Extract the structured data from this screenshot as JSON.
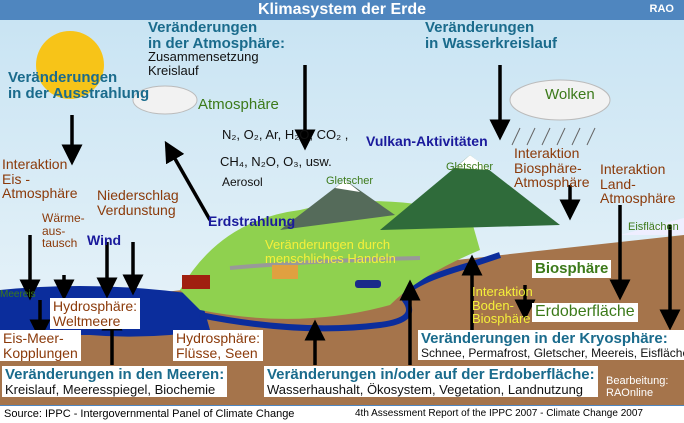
{
  "header": {
    "title": "Klimasystem der Erde",
    "logo": "RAO"
  },
  "labels": {
    "ausstrahlung": [
      "Veränderungen",
      "in der Ausstrahlung"
    ],
    "atmosphaere_change": [
      "Veränderungen",
      "in der Atmosphäre:"
    ],
    "atmosphaere_change_detail": [
      "Zusammensetzung",
      "Kreislauf"
    ],
    "wasserkreislauf": [
      "Veränderungen",
      "in Wasserkreislauf"
    ],
    "atmosphaere": "Atmosphäre",
    "gases_line1": "N₂, O₂, Ar, H₂O, CO₂ ,",
    "gases_line2": "CH₄, N₂O, O₃, usw.",
    "aerosol": "Aerosol",
    "wolken": "Wolken",
    "vulkan": "Vulkan-Aktivitäten",
    "gletscher1": "Gletscher",
    "gletscher2": "Gletscher",
    "interaktion_bio_atm": [
      "Interaktion",
      "Biosphäre-",
      "Atmosphäre"
    ],
    "interaktion_land_atm": [
      "Interaktion",
      "Land-",
      "Atmosphäre"
    ],
    "interaktion_eis_atm": [
      "Interaktion",
      "Eis -",
      "Atmosphäre"
    ],
    "niederschlag": [
      "Niederschlag",
      "Verdunstung"
    ],
    "waerme": [
      "Wärme-",
      "aus-",
      "tausch"
    ],
    "wind": "Wind",
    "erdstrahlung": "Erdstrahlung",
    "menschlich": [
      "Veränderungen durch",
      "menschliches Handeln"
    ],
    "eisflaechen": "Eisflächen",
    "meereis": "Meereis",
    "hydro_weltmeere": [
      "Hydrosphäre:",
      "Weltmeere"
    ],
    "biosphaere": "Biosphäre",
    "interaktion_boden": [
      "Interaktion",
      "Boden-",
      "Biosphäre"
    ],
    "erdoberflaeche": "Erdoberfläche",
    "eis_meer": [
      "Eis-Meer-",
      "Kopplungen"
    ],
    "hydro_fluesse": [
      "Hydrosphäre:",
      "Flüsse, Seen"
    ],
    "kryo_title": "Veränderungen in der Kryosphäre:",
    "kryo_detail": "Schnee, Permafrost, Gletscher, Meereis, Eisflächen",
    "meere_title": "Veränderungen in den Meeren:",
    "meere_detail": "Kreislauf, Meeresspiegel, Biochemie",
    "erdober_title": "Veränderungen in/oder auf der Erdoberfläche:",
    "erdober_detail": "Wasserhaushalt, Ökosystem, Vegetation, Landnutzung",
    "bearbeitung": [
      "Bearbeitung:",
      "RAOnline"
    ]
  },
  "footer": {
    "source": "Source: IPPC -  Intergovernmental Panel of Climate Change",
    "report": "4th Assessment Report of the IPPC 2007 - Climate Change 2007"
  },
  "colors": {
    "title_bar": "#4f86bf",
    "sky": "#d8ecf6",
    "ocean": "#0a2a9a",
    "land": "#8fd14f",
    "ground": "#a0714a"
  }
}
